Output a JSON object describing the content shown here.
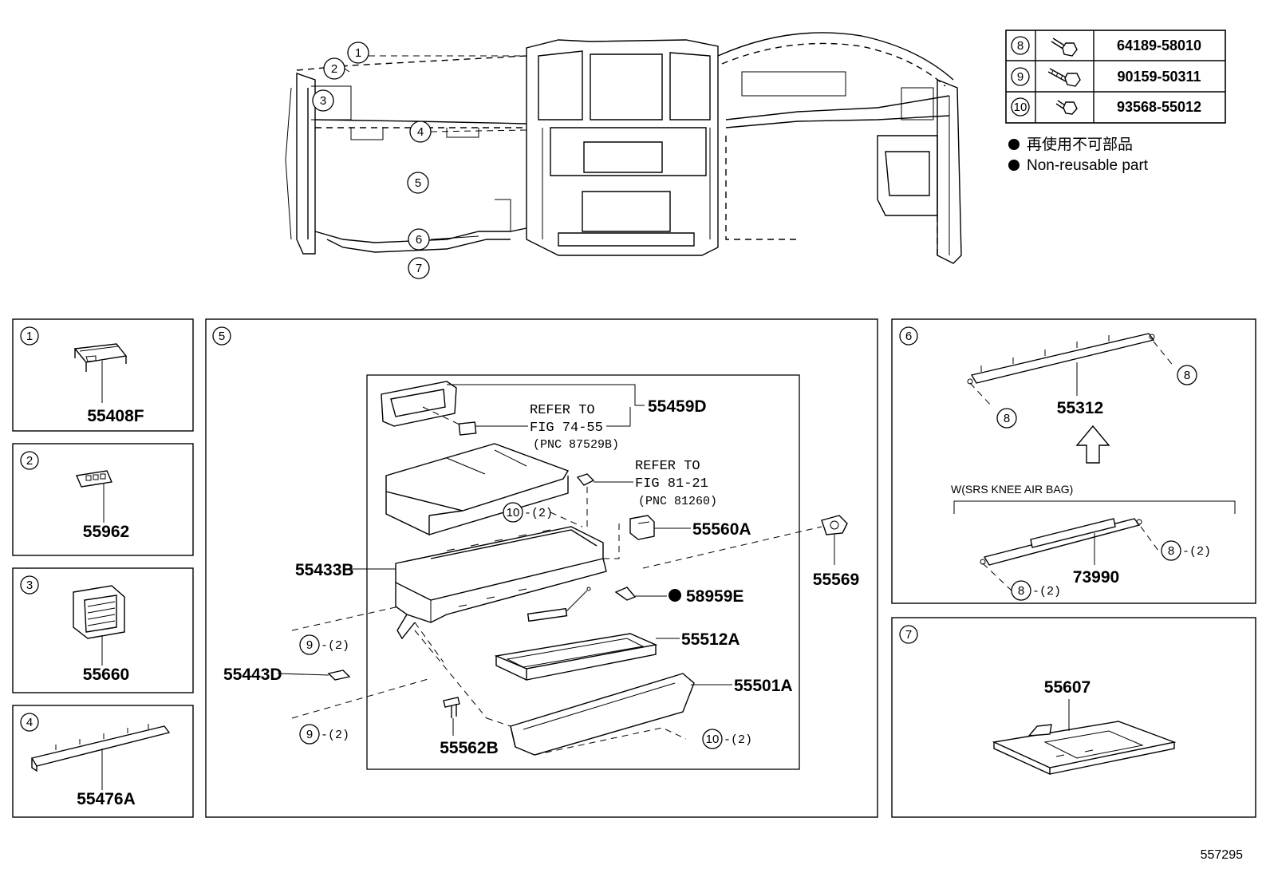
{
  "overview": {
    "callouts": [
      "1",
      "2",
      "3",
      "4",
      "5",
      "6",
      "7"
    ]
  },
  "fastener_table": {
    "rows": [
      {
        "ref": "8",
        "part": "64189-58010",
        "icon": "bolt-icon"
      },
      {
        "ref": "9",
        "part": "90159-50311",
        "icon": "screw-icon"
      },
      {
        "ref": "10",
        "part": "93568-55012",
        "icon": "clip-screw-icon"
      }
    ]
  },
  "legend": {
    "japanese": "再使用不可部品",
    "english": "Non-reusable part"
  },
  "panels": {
    "p1": {
      "num": "1",
      "part": "55408F"
    },
    "p2": {
      "num": "2",
      "part": "55962"
    },
    "p3": {
      "num": "3",
      "part": "55660"
    },
    "p4": {
      "num": "4",
      "part": "55476A"
    },
    "p5": {
      "num": "5",
      "parts": {
        "p55459D": "55459D",
        "p55560A": "55560A",
        "p55569": "55569",
        "p55433B": "55433B",
        "p58959E": "58959E",
        "p55512A": "55512A",
        "p55443D": "55443D",
        "p55501A": "55501A",
        "p55562B": "55562B"
      },
      "refer1": {
        "line1": "REFER TO",
        "line2": "FIG 74-55",
        "line3": "(PNC 87529B)"
      },
      "refer2": {
        "line1": "REFER TO",
        "line2": "FIG 81-21",
        "line3": "(PNC 81260)"
      },
      "callouts": {
        "c10a": "10",
        "q10a": "-(2)",
        "c9a": "9",
        "q9a": "-(2)",
        "c9b": "9",
        "q9b": "-(2)",
        "c10b": "10",
        "q10b": "-(2)"
      }
    },
    "p6": {
      "num": "6",
      "part_top": "55312",
      "part_bottom": "73990",
      "condition": "W(SRS KNEE AIR BAG)",
      "callouts": {
        "c8a": "8",
        "c8b": "8",
        "c8c": "8",
        "q8c": "-(2)",
        "c8d": "8",
        "q8d": "-(2)"
      }
    },
    "p7": {
      "num": "7",
      "part": "55607"
    }
  },
  "footer": {
    "code": "557295"
  }
}
